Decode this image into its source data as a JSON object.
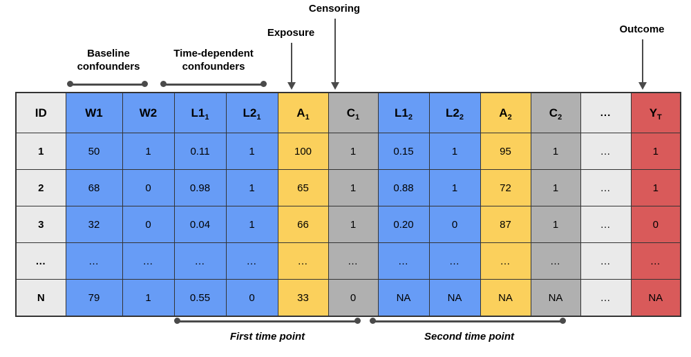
{
  "annotations": {
    "baseline": {
      "label": "Baseline\nconfounders"
    },
    "time_dependent": {
      "label": "Time-dependent\nconfounders"
    },
    "exposure": {
      "label": "Exposure"
    },
    "censoring": {
      "label": "Censoring"
    },
    "outcome": {
      "label": "Outcome"
    },
    "first_time_point": {
      "label": "First time point"
    },
    "second_time_point": {
      "label": "Second time point"
    }
  },
  "colors": {
    "confounder_blue": "#679cf6",
    "exposure_yellow": "#fbd05c",
    "censoring_gray": "#b0b0b0",
    "outcome_red": "#d95a5a",
    "neutral_gray": "#eaeaea",
    "border": "#333333",
    "annotation": "#4a4a4a"
  },
  "chart_data": {
    "type": "table",
    "title": "",
    "columns": [
      {
        "key": "ID",
        "base": "ID",
        "sub": "",
        "color": "neutral"
      },
      {
        "key": "W1",
        "base": "W1",
        "sub": "",
        "color": "blue"
      },
      {
        "key": "W2",
        "base": "W2",
        "sub": "",
        "color": "blue"
      },
      {
        "key": "L1_1",
        "base": "L1",
        "sub": "1",
        "color": "blue"
      },
      {
        "key": "L2_1",
        "base": "L2",
        "sub": "1",
        "color": "blue"
      },
      {
        "key": "A_1",
        "base": "A",
        "sub": "1",
        "color": "yellow"
      },
      {
        "key": "C_1",
        "base": "C",
        "sub": "1",
        "color": "gray"
      },
      {
        "key": "L1_2",
        "base": "L1",
        "sub": "2",
        "color": "blue"
      },
      {
        "key": "L2_2",
        "base": "L2",
        "sub": "2",
        "color": "blue"
      },
      {
        "key": "A_2",
        "base": "A",
        "sub": "2",
        "color": "yellow"
      },
      {
        "key": "C_2",
        "base": "C",
        "sub": "2",
        "color": "gray"
      },
      {
        "key": "ell",
        "base": "...",
        "sub": "",
        "color": "neutral"
      },
      {
        "key": "Y_T",
        "base": "Y",
        "sub": "T",
        "color": "red"
      }
    ],
    "rows": [
      [
        "1",
        "50",
        "1",
        "0.11",
        "1",
        "100",
        "1",
        "0.15",
        "1",
        "95",
        "1",
        "…",
        "1"
      ],
      [
        "2",
        "68",
        "0",
        "0.98",
        "1",
        "65",
        "1",
        "0.88",
        "1",
        "72",
        "1",
        "…",
        "1"
      ],
      [
        "3",
        "32",
        "0",
        "0.04",
        "1",
        "66",
        "1",
        "0.20",
        "0",
        "87",
        "1",
        "…",
        "0"
      ],
      [
        "…",
        "…",
        "…",
        "…",
        "…",
        "…",
        "…",
        "…",
        "…",
        "…",
        "…",
        "…",
        "…"
      ],
      [
        "N",
        "79",
        "1",
        "0.55",
        "0",
        "33",
        "0",
        "NA",
        "NA",
        "NA",
        "NA",
        "…",
        "NA"
      ]
    ]
  }
}
